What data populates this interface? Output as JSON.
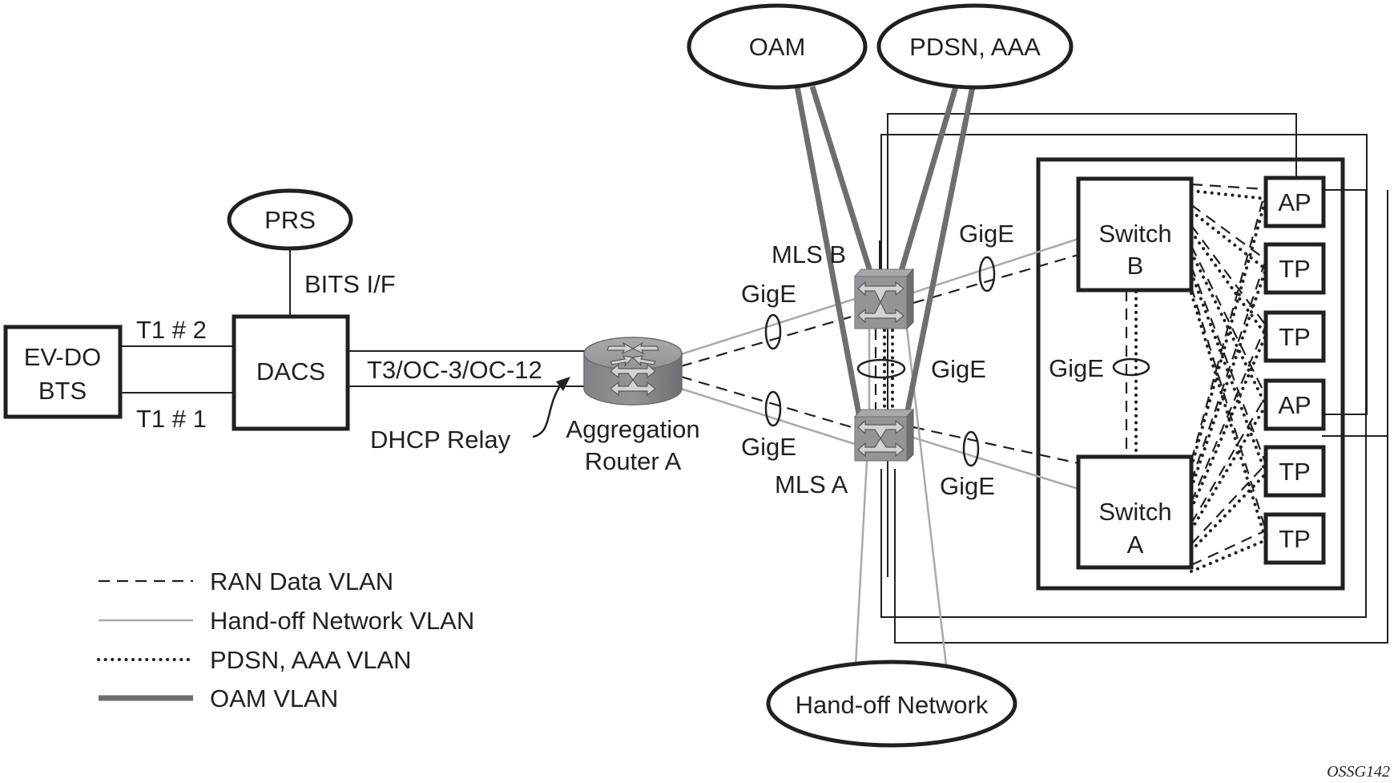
{
  "figure_id": "OSSG142",
  "nodes": {
    "evdo_bts": [
      "EV-DO",
      "BTS"
    ],
    "dacs": "DACS",
    "prs": "PRS",
    "oam": "OAM",
    "pdsn_aaa": "PDSN, AAA",
    "handoff_network": "Hand-off Network",
    "aggregation_router": [
      "Aggregation",
      "Router A"
    ],
    "mls_b": "MLS B",
    "mls_a": "MLS A",
    "switch_b": [
      "Switch",
      "B"
    ],
    "switch_a": [
      "Switch",
      "A"
    ],
    "access_points": [
      "AP",
      "TP",
      "TP",
      "AP",
      "TP",
      "TP"
    ]
  },
  "link_labels": {
    "t1_2": "T1 # 2",
    "t1_1": "T1 # 1",
    "bits_if": "BITS I/F",
    "t3_oc": "T3/OC-3/OC-12",
    "dhcp_relay": "DHCP Relay",
    "gige_router_mlsb": "GigE",
    "gige_router_mlsa": "GigE",
    "gige_mls_interlink": "GigE",
    "gige_mlsb_switchb": "GigE",
    "gige_mlsa_switcha": "GigE",
    "gige_switch_interlink": "GigE"
  },
  "legend": [
    {
      "style": "dashed",
      "label": "RAN Data VLAN",
      "color": "#231f20"
    },
    {
      "style": "thin-gray",
      "label": "Hand-off Network VLAN",
      "color": "#a7a9ac"
    },
    {
      "style": "dotted",
      "label": "PDSN, AAA VLAN",
      "color": "#231f20"
    },
    {
      "style": "thick-gray",
      "label": "OAM VLAN",
      "color": "#6d6e71"
    }
  ]
}
